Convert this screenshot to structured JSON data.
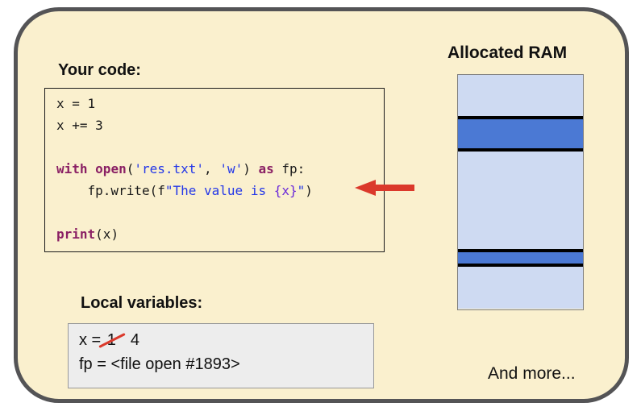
{
  "labels": {
    "your_code": "Your code:",
    "allocated_ram": "Allocated RAM",
    "local_variables": "Local variables:",
    "and_more": "And more..."
  },
  "code": {
    "lines": [
      [
        {
          "t": "x = 1",
          "s": "plain"
        }
      ],
      [
        {
          "t": "x += 3",
          "s": "plain"
        }
      ],
      [],
      [
        {
          "t": "with",
          "s": "kw"
        },
        {
          "t": " ",
          "s": "plain"
        },
        {
          "t": "open",
          "s": "kw"
        },
        {
          "t": "(",
          "s": "plain"
        },
        {
          "t": "'res.txt'",
          "s": "str"
        },
        {
          "t": ", ",
          "s": "plain"
        },
        {
          "t": "'w'",
          "s": "str"
        },
        {
          "t": ") ",
          "s": "plain"
        },
        {
          "t": "as",
          "s": "kw"
        },
        {
          "t": " fp:",
          "s": "plain"
        }
      ],
      [
        {
          "t": "    fp.write(f",
          "s": "plain"
        },
        {
          "t": "\"The value is ",
          "s": "str"
        },
        {
          "t": "{x}",
          "s": "expr"
        },
        {
          "t": "\"",
          "s": "str"
        },
        {
          "t": ")",
          "s": "plain"
        }
      ],
      [],
      [
        {
          "t": "print",
          "s": "kw"
        },
        {
          "t": "(x)",
          "s": "plain"
        }
      ]
    ]
  },
  "ram": {
    "segments": [
      {
        "type": "light",
        "height": 50.5
      },
      {
        "type": "separator",
        "height": 4.5
      },
      {
        "type": "dark",
        "height": 35.5
      },
      {
        "type": "separator",
        "height": 4.5
      },
      {
        "type": "light",
        "height": 120.5
      },
      {
        "type": "separator",
        "height": 4.5
      },
      {
        "type": "dark",
        "height": 13.5
      },
      {
        "type": "separator",
        "height": 4.5
      },
      {
        "type": "light",
        "height": 52
      }
    ]
  },
  "local_variables": {
    "x_prefix": "x = ",
    "x_old_value": "1",
    "x_new_value": "4",
    "fp_line": "fp = <file open #1893>"
  },
  "colors": {
    "background": "#FAF0CE",
    "outer_border": "#545456",
    "code_border": "#1A1A1A",
    "keyword": "#8A2064",
    "string_blue": "#2337E8",
    "fstring_expr": "#6C2BD9",
    "code_text": "#1A1A1A",
    "ram_light": "#CEDAF2",
    "ram_dark": "#4B79D4",
    "ram_border": "#7F7F7F",
    "separator_black": "#000000",
    "vars_bg": "#EDEDED",
    "vars_border": "#999999",
    "accent_red": "#DB392B"
  }
}
